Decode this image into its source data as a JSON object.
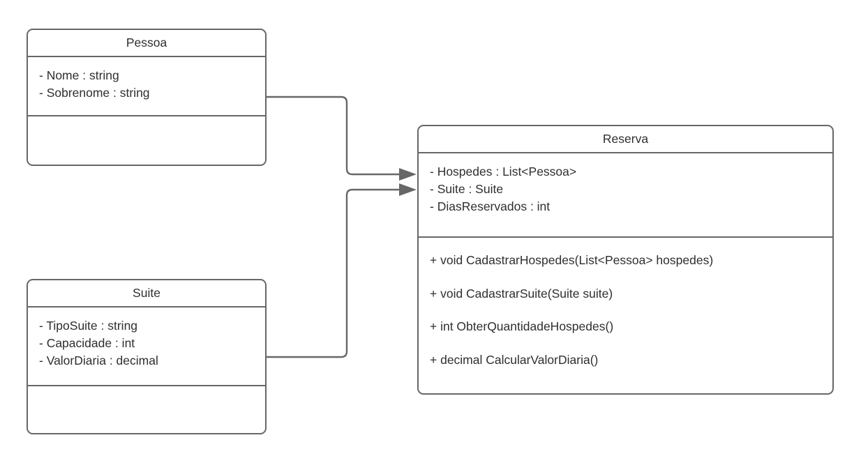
{
  "diagram": {
    "type": "uml-class-diagram",
    "background_color": "#ffffff",
    "line_color": "#676767",
    "text_color": "#2f2f2f",
    "classes": [
      {
        "id": "pessoa",
        "name": "Pessoa",
        "attributes": [
          "- Nome : string",
          "- Sobrenome : string"
        ],
        "operations": []
      },
      {
        "id": "suite",
        "name": "Suite",
        "attributes": [
          "- TipoSuite : string",
          "- Capacidade : int",
          "- ValorDiaria : decimal"
        ],
        "operations": []
      },
      {
        "id": "reserva",
        "name": "Reserva",
        "attributes": [
          "- Hospedes : List<Pessoa>",
          "- Suite : Suite",
          "- DiasReservados : int"
        ],
        "operations": [
          "+ void CadastrarHospedes(List<Pessoa> hospedes)",
          "+ void CadastrarSuite(Suite suite)",
          "+ int ObterQuantidadeHospedes()",
          "+ decimal CalcularValorDiaria()"
        ]
      }
    ],
    "relationships": [
      {
        "id": "pessoa-to-reserva",
        "from": "pessoa",
        "to": "reserva",
        "arrow": "open-directed-association",
        "arrowhead": "filled-triangle"
      },
      {
        "id": "suite-to-reserva",
        "from": "suite",
        "to": "reserva",
        "arrow": "open-directed-association",
        "arrowhead": "filled-triangle"
      }
    ]
  }
}
